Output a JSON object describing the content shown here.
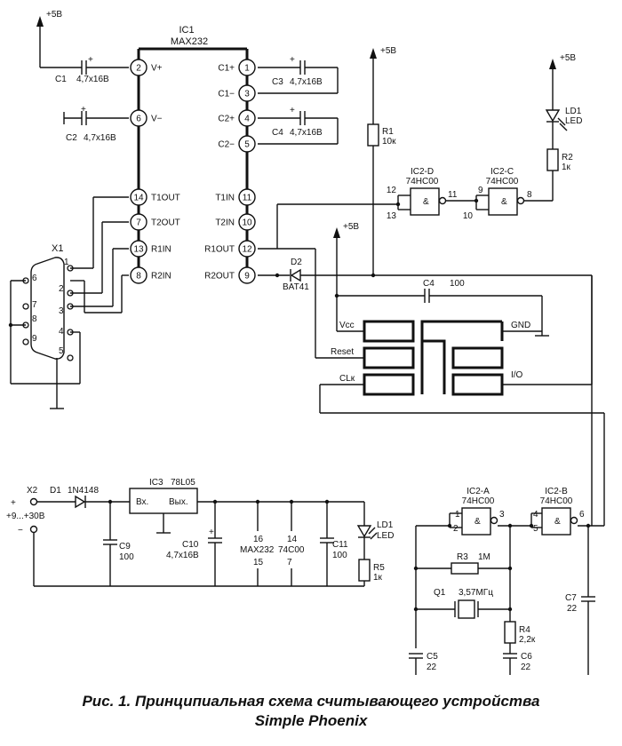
{
  "caption": {
    "line1": "Рис. 1. Принципиальная схема считывающего устройства",
    "line2": "Simple Phoenix"
  },
  "power": {
    "plus5v": "+5В"
  },
  "ic1": {
    "ref": "IC1",
    "part": "MAX232",
    "left_pins": [
      {
        "num": "2",
        "name": "V+"
      },
      {
        "num": "6",
        "name": "V−"
      },
      {
        "num": "14",
        "name": "T1OUT"
      },
      {
        "num": "7",
        "name": "T2OUT"
      },
      {
        "num": "13",
        "name": "R1IN"
      },
      {
        "num": "8",
        "name": "R2IN"
      }
    ],
    "right_pins": [
      {
        "num": "1",
        "name": "C1+"
      },
      {
        "num": "3",
        "name": "C1−"
      },
      {
        "num": "4",
        "name": "C2+"
      },
      {
        "num": "5",
        "name": "C2−"
      },
      {
        "num": "11",
        "name": "T1IN"
      },
      {
        "num": "10",
        "name": "T2IN"
      },
      {
        "num": "12",
        "name": "R1OUT"
      },
      {
        "num": "9",
        "name": "R2OUT"
      }
    ]
  },
  "caps": {
    "c1": {
      "ref": "C1",
      "val": "4,7x16В"
    },
    "c2": {
      "ref": "C2",
      "val": "4,7x16В"
    },
    "c3": {
      "ref": "C3",
      "val": "4,7x16В"
    },
    "c4top": {
      "ref": "C4",
      "val": "4,7x16В"
    },
    "c4": {
      "ref": "C4",
      "val": "100"
    },
    "c5": {
      "ref": "C5",
      "val": "22"
    },
    "c6": {
      "ref": "C6",
      "val": "22"
    },
    "c7": {
      "ref": "C7",
      "val": "22"
    },
    "c9": {
      "ref": "C9",
      "val": "100"
    },
    "c10": {
      "ref": "C10",
      "val": "4,7x16В"
    },
    "c11": {
      "ref": "C11",
      "val": "100"
    }
  },
  "resistors": {
    "r1": {
      "ref": "R1",
      "val": "10к"
    },
    "r2": {
      "ref": "R2",
      "val": "1к"
    },
    "r3": {
      "ref": "R3",
      "val": "1M"
    },
    "r4": {
      "ref": "R4",
      "val": "2,2к"
    },
    "r5": {
      "ref": "R5",
      "val": "1к"
    }
  },
  "gates": {
    "ic2d": {
      "ref": "IC2-D",
      "part": "74HC00",
      "pins": [
        "12",
        "13",
        "11"
      ]
    },
    "ic2c": {
      "ref": "IC2-C",
      "part": "74HC00",
      "pins": [
        "9",
        "10",
        "8"
      ]
    },
    "ic2a": {
      "ref": "IC2-A",
      "part": "74HC00",
      "pins": [
        "1",
        "2",
        "3"
      ]
    },
    "ic2b": {
      "ref": "IC2-B",
      "part": "74HC00",
      "pins": [
        "4",
        "5",
        "6"
      ]
    },
    "amp": "&"
  },
  "leds": {
    "ld1_top": {
      "ref": "LD1",
      "val": "LED"
    },
    "ld1_bottom": {
      "ref": "LD1",
      "val": "LED"
    }
  },
  "diodes": {
    "d2": {
      "ref": "D2",
      "part": "BAT41"
    },
    "d1": {
      "ref": "D1",
      "part": "1N4148"
    }
  },
  "connector": {
    "ref": "X1",
    "pins": [
      "1",
      "2",
      "3",
      "4",
      "5",
      "6",
      "7",
      "8",
      "9"
    ]
  },
  "card": {
    "vcc": "Vcc",
    "reset": "Reset",
    "clk": "CLк",
    "gnd": "GND",
    "io": "I/O"
  },
  "regulator": {
    "ref": "IC3",
    "part": "78L05",
    "in": "Вх.",
    "out": "Вых."
  },
  "input": {
    "ref": "X2",
    "plus": "+",
    "minus": "−",
    "range": "+9...+30В"
  },
  "crystal": {
    "ref": "Q1",
    "val": "3,57МГц"
  },
  "power_pins": {
    "max_vcc": "16",
    "max_name": "MAX232",
    "max_gnd": "15",
    "hc_vcc": "14",
    "hc_name": "74C00",
    "hc_gnd": "7"
  }
}
